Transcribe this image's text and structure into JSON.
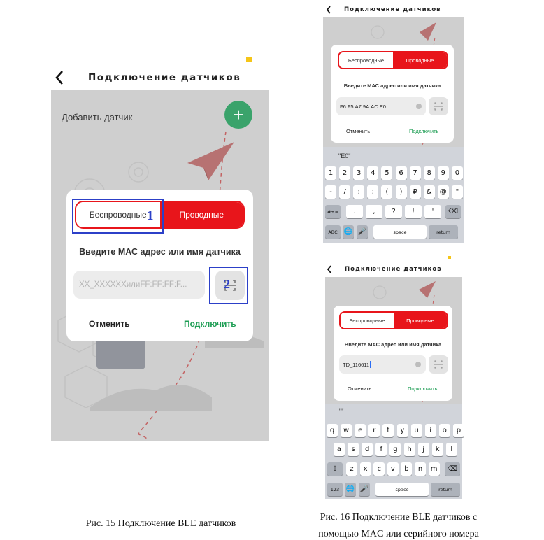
{
  "figure15": {
    "header_title": "Подключение датчиков",
    "add_sensor_label": "Добавить датчик",
    "add_button_symbol": "+",
    "tab_wireless": "Беспроводные",
    "tab_wired": "Проводные",
    "prompt": "Введите МАС адрес или имя датчика",
    "input_placeholder": "XX_XXXXXXилиFF:FF:FF:F...",
    "cancel_label": "Отменить",
    "connect_label": "Подключить",
    "callout_1": "1",
    "callout_2": "2",
    "caption": "Рис. 15 Подключение BLE датчиков"
  },
  "figure16a": {
    "header_title": "Подключение датчиков",
    "tab_wireless": "Беспроводные",
    "tab_wired": "Проводные",
    "prompt": "Введите МАС адрес или имя датчика",
    "input_value": "F6:F5:A7:9A:AC:E0",
    "cancel_label": "Отменить",
    "connect_label": "Подключить",
    "suggestion": "\"E0\"",
    "keyboard_rows": [
      [
        "1",
        "2",
        "3",
        "4",
        "5",
        "6",
        "7",
        "8",
        "9",
        "0"
      ],
      [
        "-",
        "/",
        ":",
        ";",
        "(",
        ")",
        "₽",
        "&",
        "@",
        "\""
      ],
      [
        "#+=",
        ".",
        ",",
        "?",
        "!",
        "'",
        "⌫"
      ],
      [
        "ABC",
        "🌐",
        "🎤",
        "space",
        "return"
      ]
    ]
  },
  "figure16b": {
    "header_title": "Подключение датчиков",
    "tab_wireless": "Беспроводные",
    "tab_wired": "Проводные",
    "prompt": "Введите МАС адрес или имя датчика",
    "input_value": "TD_116611",
    "cancel_label": "Отменить",
    "connect_label": "Подключить",
    "suggestion": "\"\"",
    "keyboard_rows": [
      [
        "q",
        "w",
        "e",
        "r",
        "t",
        "y",
        "u",
        "i",
        "o",
        "p"
      ],
      [
        "a",
        "s",
        "d",
        "f",
        "g",
        "h",
        "j",
        "k",
        "l"
      ],
      [
        "⇧",
        "z",
        "x",
        "c",
        "v",
        "b",
        "n",
        "m",
        "⌫"
      ],
      [
        "123",
        "🌐",
        "🎤",
        "space",
        "return"
      ]
    ]
  },
  "caption16": {
    "line1": "Рис. 16 Подключение BLE датчиков с",
    "line2": "помощью MAC или серийного номера"
  },
  "colors": {
    "accent_red": "#e8151b",
    "connect_green": "#1f9e55",
    "fab_green": "#3aa36b",
    "callout_blue": "#2c40c8"
  }
}
